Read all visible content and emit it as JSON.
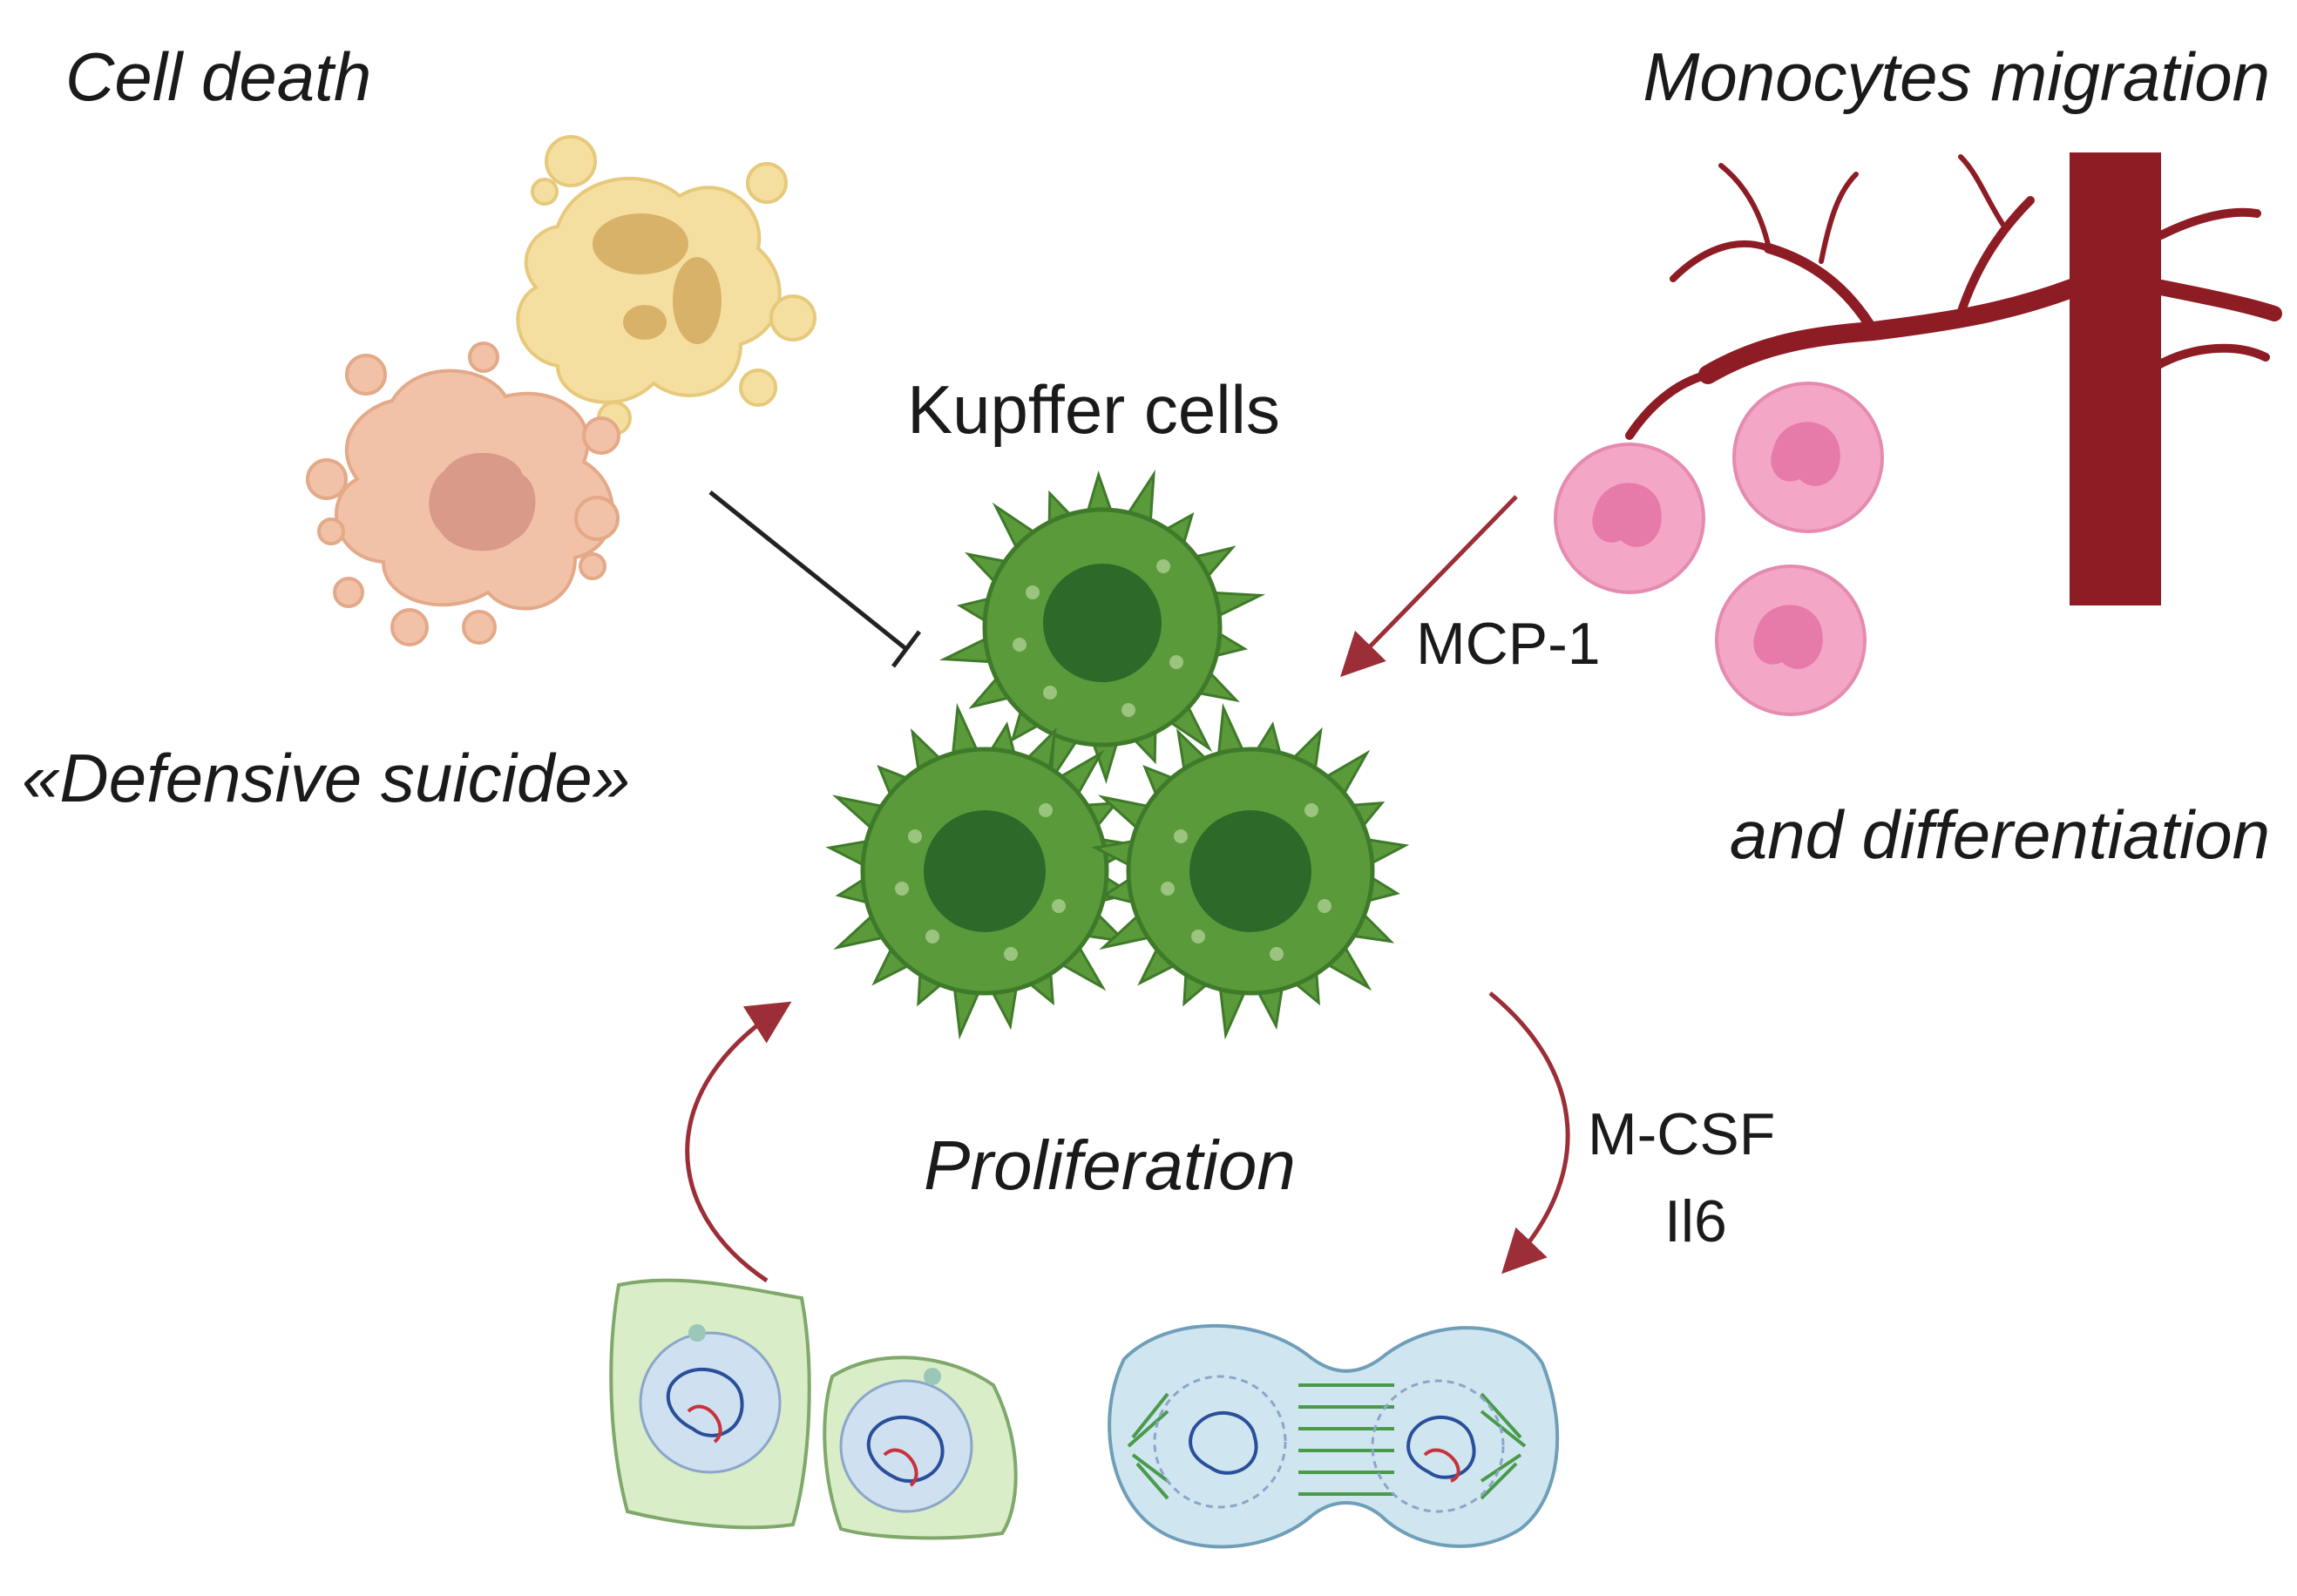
{
  "labels": {
    "cell_death": "Cell death",
    "defensive_suicide": "«Defensive suicide»",
    "monocytes_migration": "Monocytes migration",
    "and_differentiation": "and differentiation",
    "kupffer_cells": "Kupffer cells",
    "mcp1": "MCP-1",
    "proliferation": "Proliferation",
    "mcsf": "M-CSF",
    "il6": "Il6"
  },
  "colors": {
    "kupffer_body": "#5a9a3a",
    "kupffer_nucleus": "#2d6a2a",
    "dead_cell_yellow": "#f5dfa0",
    "dead_cell_pink": "#f2c2a8",
    "monocyte": "#f4a6c6",
    "vessel": "#8e1c24",
    "arrow": "#9b2e36",
    "inhibit_line": "#222222",
    "dividing_cell_green": "#d9edc8",
    "dividing_cell_blue": "#cfe6f0"
  }
}
